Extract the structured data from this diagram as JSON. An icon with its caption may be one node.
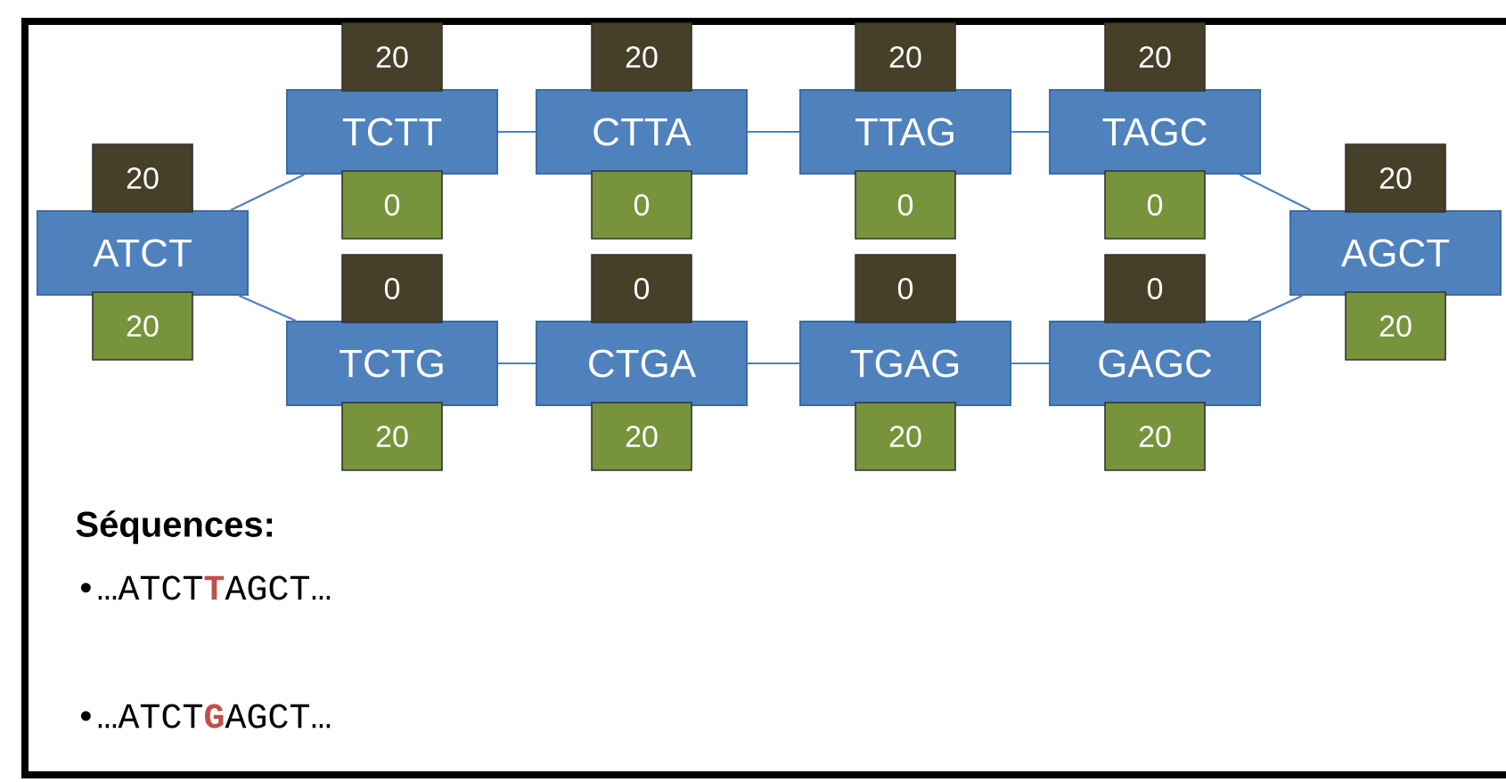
{
  "diagram": {
    "nodes": [
      {
        "text": [
          "ATCT"
        ]
      },
      {
        "text": [
          "20"
        ]
      },
      {
        "text": [
          "20"
        ]
      },
      {
        "text": [
          "TCTT"
        ]
      },
      {
        "text": [
          "20"
        ]
      },
      {
        "text": [
          "0"
        ]
      },
      {
        "text": [
          "TCTG"
        ]
      },
      {
        "text": [
          "0"
        ]
      },
      {
        "text": [
          "20"
        ]
      },
      {
        "text": [
          "CTTA"
        ]
      },
      {
        "text": [
          "20"
        ]
      },
      {
        "text": [
          "0"
        ]
      },
      {
        "text": [
          "CTGA"
        ]
      },
      {
        "text": [
          "0"
        ]
      },
      {
        "text": [
          "20"
        ]
      },
      {
        "text": [
          "TTAG"
        ]
      },
      {
        "text": [
          "20"
        ]
      },
      {
        "text": [
          "0"
        ]
      },
      {
        "text": [
          "TGAG"
        ]
      },
      {
        "text": [
          "0"
        ]
      },
      {
        "text": [
          "20"
        ]
      },
      {
        "text": [
          "TAGC"
        ]
      },
      {
        "text": [
          "20"
        ]
      },
      {
        "text": [
          "0"
        ]
      },
      {
        "text": [
          "GAGC"
        ]
      },
      {
        "text": [
          "0"
        ]
      },
      {
        "text": [
          "20"
        ]
      },
      {
        "text": [
          "AGCT"
        ]
      },
      {
        "text": [
          "20"
        ]
      },
      {
        "text": [
          "20"
        ]
      }
    ],
    "edges": [
      {
        "from": 0,
        "to": 3,
        "arrow": "none"
      },
      {
        "from": 0,
        "to": 6,
        "arrow": "none"
      },
      {
        "from": 3,
        "to": 9,
        "arrow": "none"
      },
      {
        "from": 6,
        "to": 12,
        "arrow": "none"
      },
      {
        "from": 9,
        "to": 15,
        "arrow": "none"
      },
      {
        "from": 12,
        "to": 18,
        "arrow": "none"
      },
      {
        "from": 15,
        "to": 21,
        "arrow": "none"
      },
      {
        "from": 18,
        "to": 24,
        "arrow": "none"
      },
      {
        "from": 21,
        "to": 27,
        "arrow": "none"
      },
      {
        "from": 24,
        "to": 27,
        "arrow": "none"
      }
    ],
    "labels": [
      "Séquences:",
      "•…ATCT**T**AGCT…",
      "•…ATCT**G**AGCT…"
    ]
  }
}
